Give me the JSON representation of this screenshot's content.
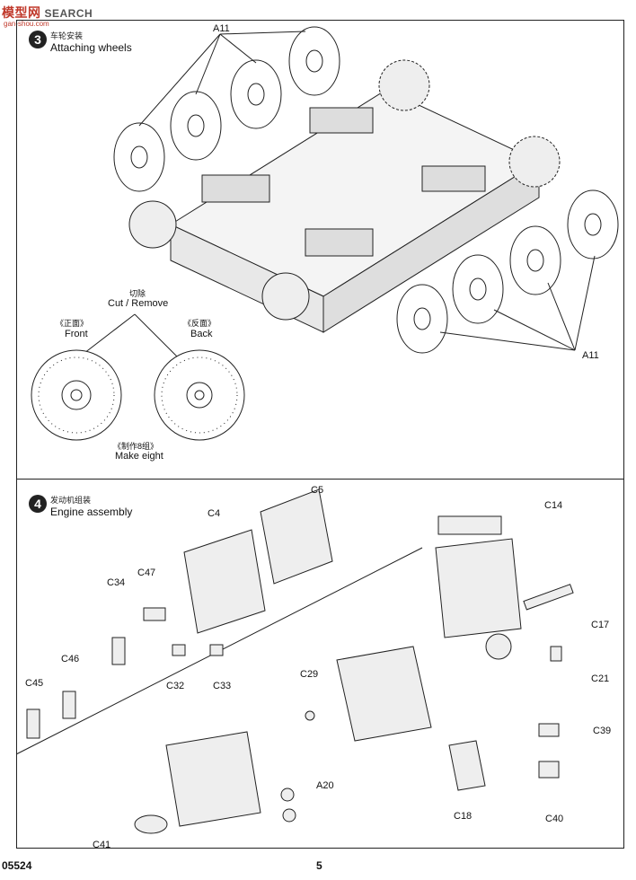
{
  "watermark": {
    "brand": "模型网",
    "search": "SEARCH",
    "domain": "gan-shou.com"
  },
  "step3": {
    "number": "3",
    "title_cn": "车轮安装",
    "title_en": "Attaching wheels",
    "part_top": "A11",
    "part_bottom": "A11",
    "remove_cn": "切除",
    "remove_en": "Cut / Remove",
    "front_cn": "《正面》",
    "front_en": "Front",
    "back_cn": "《反面》",
    "back_en": "Back",
    "make_cn": "《制作8组》",
    "make_en": "Make eight"
  },
  "step4": {
    "number": "4",
    "title_cn": "发动机组装",
    "title_en": "Engine assembly",
    "parts": [
      "C5",
      "C4",
      "C47",
      "C34",
      "C46",
      "C45",
      "C32",
      "C33",
      "C14",
      "C17",
      "C21",
      "C29",
      "C39",
      "C40",
      "C18",
      "A20",
      "C41"
    ]
  },
  "footer": {
    "code": "05524",
    "page": "5"
  }
}
